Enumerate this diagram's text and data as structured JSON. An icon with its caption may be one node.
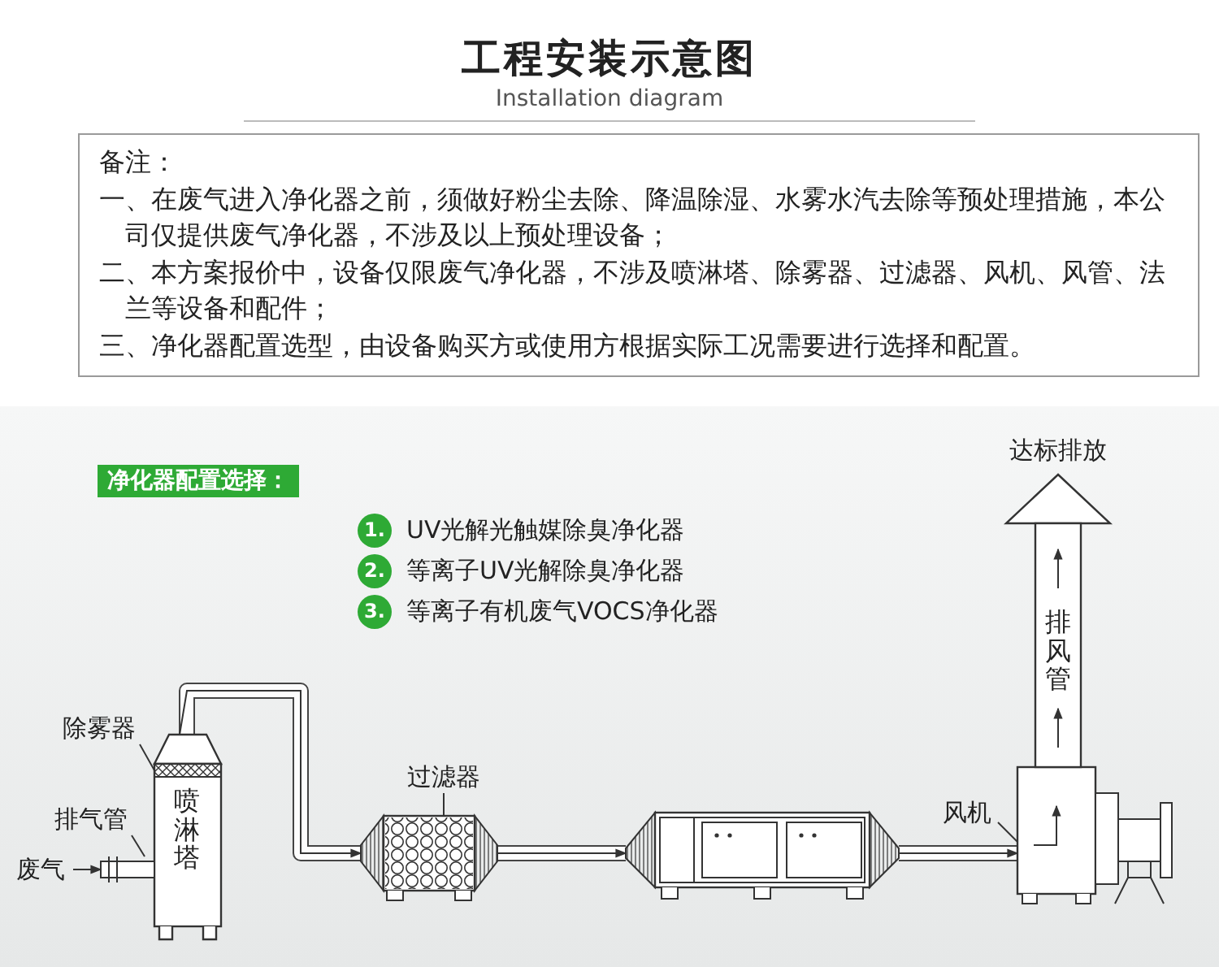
{
  "diagram": {
    "title": "工程安装示意图",
    "nodes": [
      {
        "text": [
          "备注：",
          "一、在废气进入净化器之前，须做好粉尘去除、降温除湿、水雾水汽去除等预处理措施，本公司仅提供废气净化器，不涉及以上预处理设备；",
          "二、本方案报价中，设备仅限废气净化器，不涉及喷淋塔、除雾器、过滤器、风机、风管、法兰等设备和配件；",
          "三、净化器配置选型，由设备购买方或使用方根据实际工况需要进行选择和配置。"
        ]
      },
      {
        "text": [
          "废气"
        ]
      },
      {
        "text": [
          "喷淋塔"
        ]
      },
      {
        "text": [],
        "shape": "box",
        "in": 2
      },
      {
        "text": [
          "除雾器"
        ]
      },
      {
        "text": [
          "排气管"
        ]
      },
      {
        "text": [],
        "shape": "cylinder"
      },
      {
        "text": [
          "过滤器"
        ]
      },
      {
        "text": [],
        "shape": "box"
      },
      {
        "text": [],
        "shape": "box"
      },
      {
        "text": [
          "风机"
        ]
      },
      {
        "text": [],
        "shape": "box"
      },
      {
        "text": [
          "排风管"
        ]
      },
      {
        "text": [
          "达标排放"
        ]
      }
    ],
    "edges": [
      {
        "from": 1,
        "to": 6,
        "arrow": "to"
      },
      {
        "from": 2,
        "to": 8,
        "arrow": "to"
      },
      {
        "from": 8,
        "to": 9,
        "arrow": "to"
      },
      {
        "from": 9,
        "to": 11,
        "arrow": "to"
      },
      {
        "from": 4,
        "to": 3,
        "arrow": "none"
      },
      {
        "from": 5,
        "to": 6,
        "arrow": "none"
      },
      {
        "from": 7,
        "to": 8,
        "arrow": "none"
      },
      {
        "from": 10,
        "to": 11,
        "arrow": "none"
      }
    ],
    "labels": [
      "Installation diagram",
      "净化器配置选择：",
      "1.",
      "UV光解光触媒除臭净化器",
      "2.",
      "等离子UV光解除臭净化器",
      "3.",
      "等离子有机废气VOCS净化器"
    ]
  }
}
